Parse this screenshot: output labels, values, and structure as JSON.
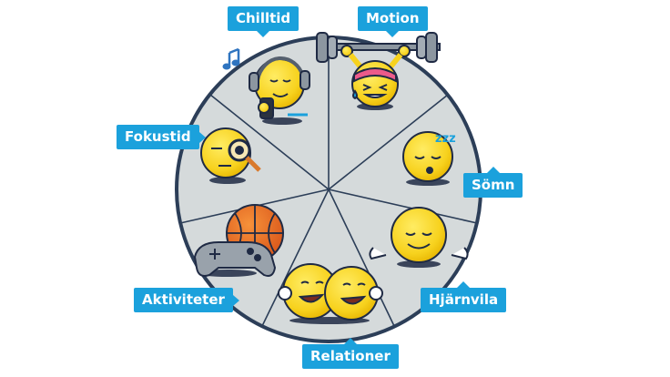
{
  "wheel": {
    "segments": [
      {
        "key": "chilltid",
        "label": "Chilltid"
      },
      {
        "key": "motion",
        "label": "Motion"
      },
      {
        "key": "somn",
        "label": "Sömn"
      },
      {
        "key": "hjarnvila",
        "label": "Hjärnvila"
      },
      {
        "key": "relationer",
        "label": "Relationer"
      },
      {
        "key": "aktiviteter",
        "label": "Aktiviteter"
      },
      {
        "key": "fokustid",
        "label": "Fokustid"
      }
    ]
  },
  "colors": {
    "label_bg": "#1ba1dc",
    "label_text": "#ffffff",
    "wheel_fill": "#d5dadb",
    "wheel_stroke": "#2c3e58",
    "emoji_yellow": "#f7d21e",
    "emoji_outline": "#1f2a44"
  }
}
